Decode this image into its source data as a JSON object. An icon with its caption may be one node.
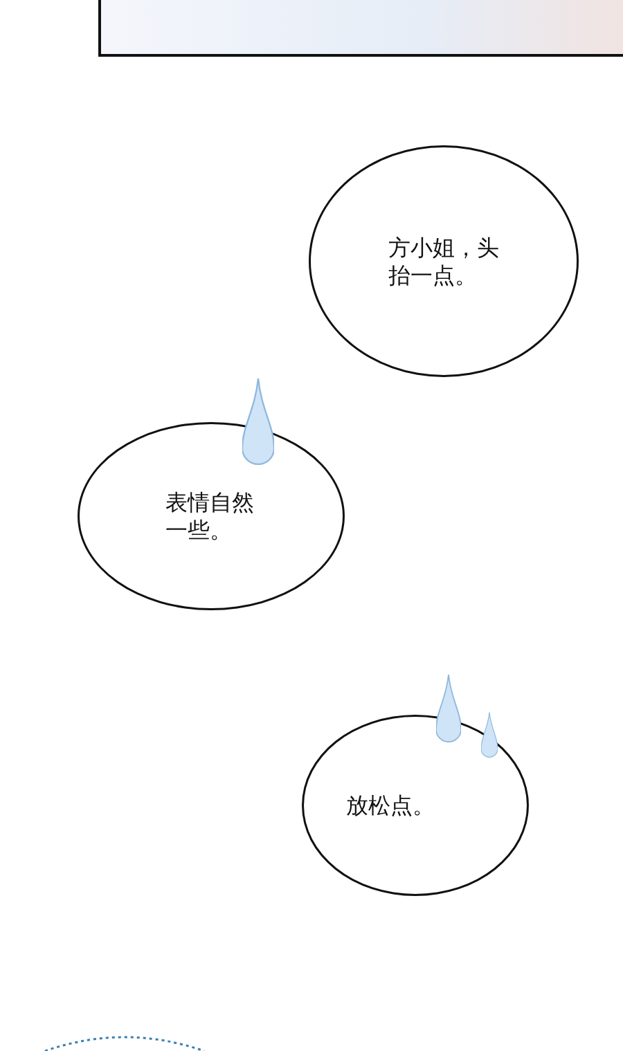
{
  "diagram": {
    "nodes": [
      {
        "text": [
          "方小姐，头抬一点。"
        ]
      },
      {
        "text": [
          "表情自然一些。"
        ]
      },
      {
        "text": [
          "放松点。"
        ]
      }
    ]
  }
}
